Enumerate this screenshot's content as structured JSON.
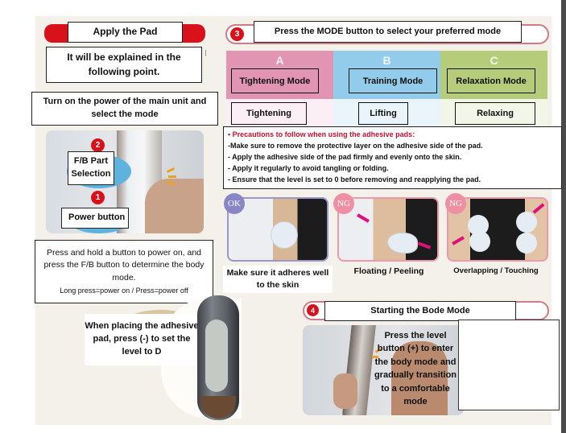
{
  "section_apply": {
    "title": "Apply the Pad",
    "note": "It will be explained in the following point.",
    "step_power": "Turn on the power of the main unit and select the mode"
  },
  "device_photo": {
    "step_numbers": [
      "2",
      "1"
    ],
    "callout_fb": "F/B Part Selection",
    "callout_power": "Power button"
  },
  "power_instructions": {
    "text": "Press and hold a button to power on, and press the F/B button to determine the body mode.",
    "note": "Long press=power on / Press=power off"
  },
  "level_note": "When placing the adhesive pad, press (-) to set the level to D",
  "section_mode": {
    "number": "3",
    "title": "Press the MODE button to select your preferred mode",
    "modes": [
      {
        "letter": "A",
        "name": "Tightening Mode",
        "effect": "Tightening",
        "color": "#e294b3",
        "sub_color": "#fbeef4"
      },
      {
        "letter": "B",
        "name": "Training Mode",
        "effect": "Lifting",
        "color": "#93cbea",
        "sub_color": "#e9f5fb"
      },
      {
        "letter": "C",
        "name": "Relaxation Mode",
        "effect": "Relaxing",
        "color": "#b5cd7a",
        "sub_color": "#f2f6e8"
      }
    ]
  },
  "precautions": {
    "heading": "• Precautions to follow when using the adhesive pads:",
    "items": [
      "-Make sure to remove the protective layer on the adhesive side of the pad.",
      "- Apply the adhesive side of the pad firmly and evenly onto the skin.",
      "- Apply it regularly to avoid tangling or folding.",
      "- Ensure that the level is set to 0 before removing and reapplying the pad."
    ]
  },
  "examples": [
    {
      "badge": "OK",
      "badge_color": "#8a86c6",
      "caption": "Make sure it adheres well to the skin"
    },
    {
      "badge": "NG",
      "badge_color": "#ee8fa3",
      "caption": "Floating / Peeling"
    },
    {
      "badge": "NG",
      "badge_color": "#ee8fa3",
      "caption": "Overlapping  / Touching"
    }
  ],
  "section_start": {
    "number": "4",
    "title": "Starting the Bode Mode",
    "text": "Press the level button (+) to enter the body mode and gradually transition to a comfortable mode"
  },
  "colors": {
    "accent_red": "#d8111b",
    "precaution_heading": "#c8102e",
    "panel_bg": "#f4f0ea"
  }
}
